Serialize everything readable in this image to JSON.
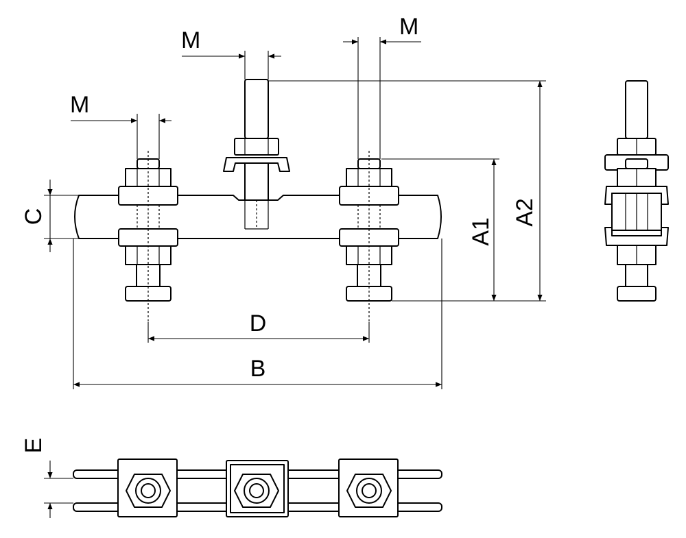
{
  "labels": {
    "m_left": "M",
    "m_center": "M",
    "m_right": "M",
    "c": "C",
    "a1": "A1",
    "a2": "A2",
    "d": "D",
    "b": "B",
    "e": "E"
  },
  "colors": {
    "line": "#000000",
    "background": "#ffffff"
  }
}
